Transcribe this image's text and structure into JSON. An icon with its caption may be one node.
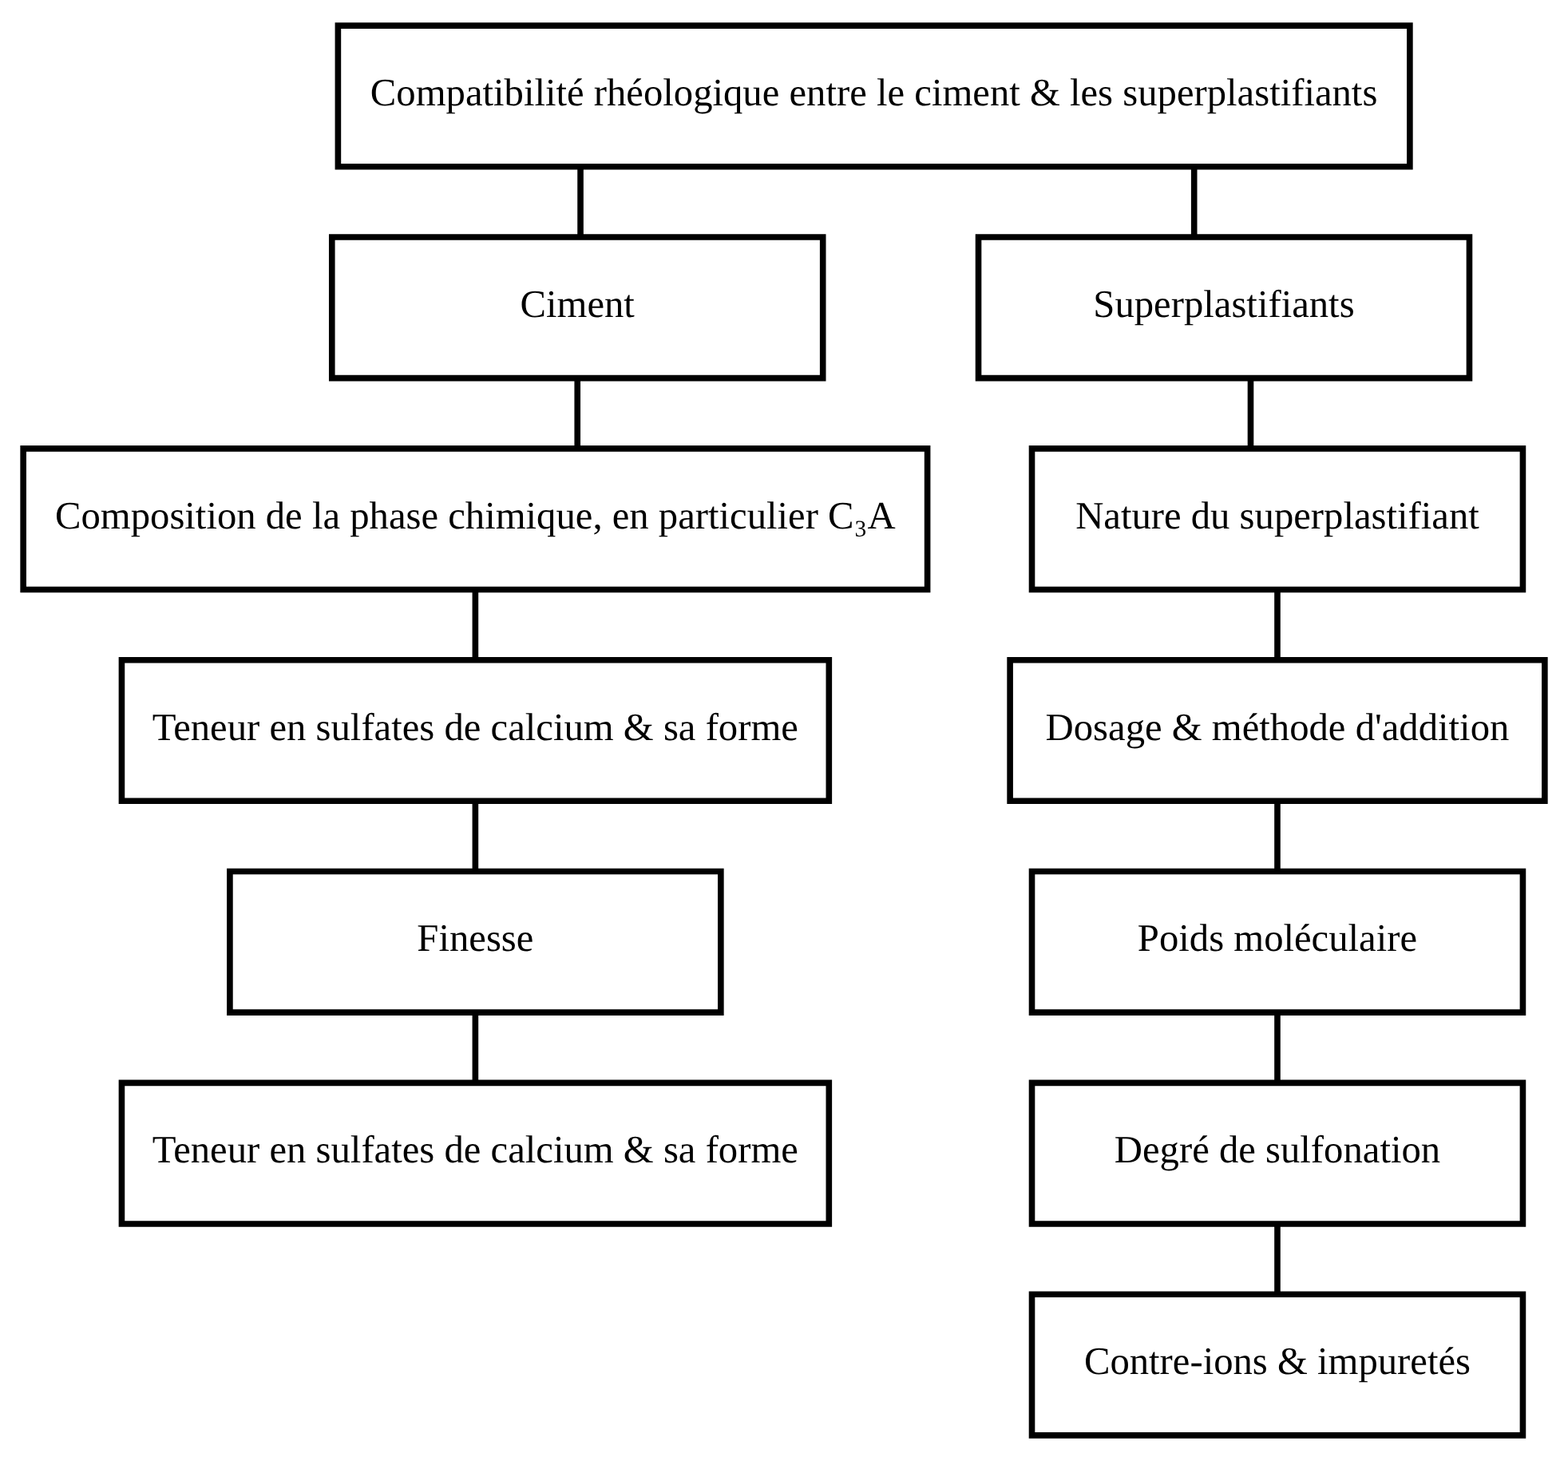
{
  "diagram": {
    "nodes": [
      {
        "text": [
          "Compatibilité rhéologique entre le ciment & les superplastifiants"
        ]
      },
      {
        "text": [
          "Ciment"
        ]
      },
      {
        "text": [
          "Superplastifiants"
        ]
      },
      {
        "text": [
          "Composition de la phase chimique, en particulier C₃A"
        ]
      },
      {
        "text": [
          "Teneur en sulfates de calcium & sa forme"
        ]
      },
      {
        "text": [
          "Finesse"
        ]
      },
      {
        "text": [
          "Teneur en sulfates de calcium & sa forme"
        ]
      },
      {
        "text": [
          "Nature du superplastifiant"
        ]
      },
      {
        "text": [
          "Dosage & méthode d'addition"
        ]
      },
      {
        "text": [
          "Poids moléculaire"
        ]
      },
      {
        "text": [
          "Degré de sulfonation"
        ]
      },
      {
        "text": [
          "Contre-ions & impuretés"
        ]
      }
    ],
    "edges": [
      {
        "from": 0,
        "to": 1,
        "arrow": "none"
      },
      {
        "from": 0,
        "to": 2,
        "arrow": "none"
      },
      {
        "from": 1,
        "to": 3,
        "arrow": "none"
      },
      {
        "from": 3,
        "to": 4,
        "arrow": "none"
      },
      {
        "from": 4,
        "to": 5,
        "arrow": "none"
      },
      {
        "from": 5,
        "to": 6,
        "arrow": "none"
      },
      {
        "from": 2,
        "to": 7,
        "arrow": "none"
      },
      {
        "from": 7,
        "to": 8,
        "arrow": "none"
      },
      {
        "from": 8,
        "to": 9,
        "arrow": "none"
      },
      {
        "from": 9,
        "to": 10,
        "arrow": "none"
      },
      {
        "from": 10,
        "to": 11,
        "arrow": "none"
      }
    ]
  }
}
